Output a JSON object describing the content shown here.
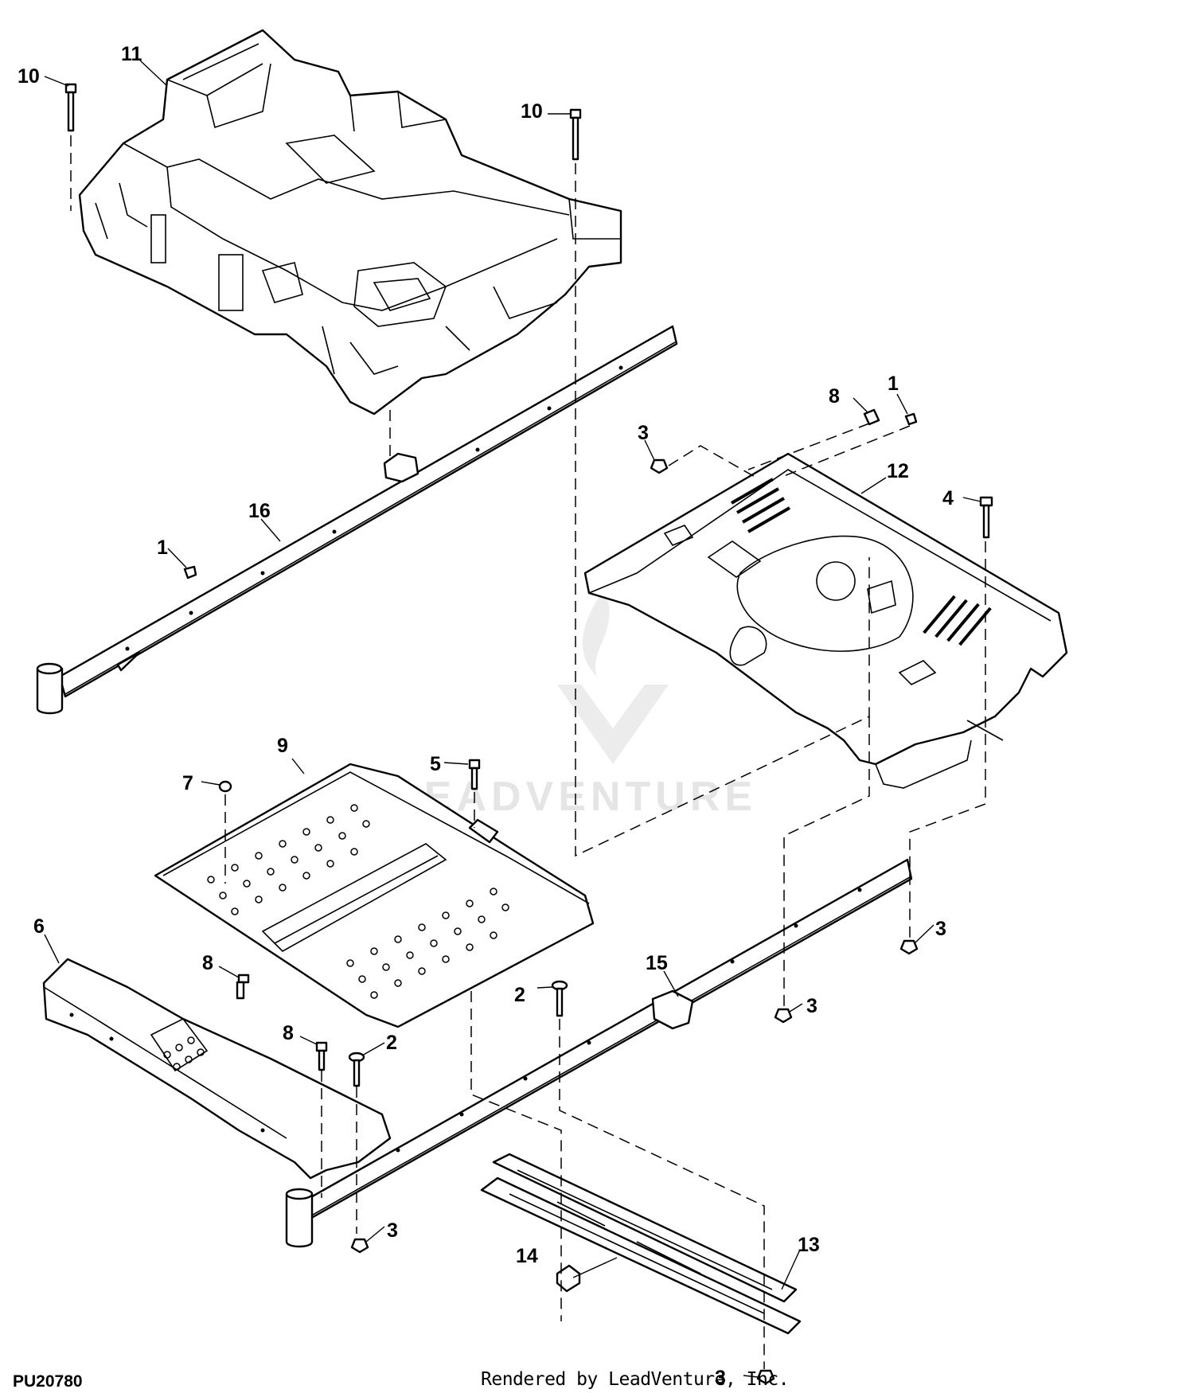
{
  "figure_id": "PU20780",
  "render_credit": "Rendered by LeadVenture, Inc.",
  "watermark": {
    "brand": "LEADVENTURE",
    "color": "#e5e5e5"
  },
  "callouts": {
    "c10a": "10",
    "c11": "11",
    "c10b": "10",
    "c8a": "8",
    "c1a": "1",
    "c3a": "3",
    "c12": "12",
    "c4": "4",
    "c16": "16",
    "c1b": "1",
    "c9": "9",
    "c5": "5",
    "c7": "7",
    "c6": "6",
    "c8b": "8",
    "c8c": "8",
    "c2a": "2",
    "c2b": "2",
    "c15": "15",
    "c3b": "3",
    "c3c": "3",
    "c3d": "3",
    "c14": "14",
    "c13": "13",
    "c3e": "3"
  }
}
